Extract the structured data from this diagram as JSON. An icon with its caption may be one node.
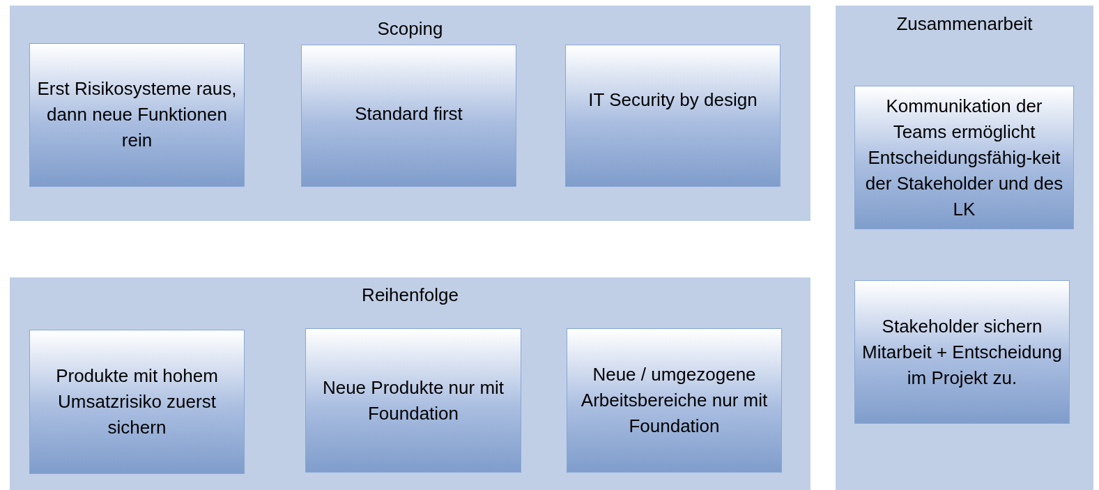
{
  "diagram": {
    "nodes": [
      {
        "text": [
          "Scoping"
        ]
      },
      {
        "text": [
          "Erst Risikosysteme raus, dann neue Funktionen rein"
        ],
        "in": 0
      },
      {
        "text": [
          "Standard first"
        ],
        "in": 0
      },
      {
        "text": [
          "IT Security by design"
        ],
        "in": 0
      },
      {
        "text": [
          "Zusammenarbeit"
        ]
      },
      {
        "text": [
          "Kommunikation der Teams ermöglicht Entscheidungsfähig-keit der Stakeholder und des LK"
        ],
        "in": 4
      },
      {
        "text": [
          "Stakeholder sichern Mitarbeit + Entscheidung im Projekt zu."
        ],
        "in": 4
      },
      {
        "text": [
          "Reihenfolge"
        ]
      },
      {
        "text": [
          "Produkte mit hohem Umsatzrisiko zuerst sichern"
        ],
        "in": 7
      },
      {
        "text": [
          "Neue Produkte nur mit Foundation"
        ],
        "in": 7
      },
      {
        "text": [
          "Neue / umgezogene Arbeitsbereiche nur mit Foundation"
        ],
        "in": 7
      }
    ]
  }
}
